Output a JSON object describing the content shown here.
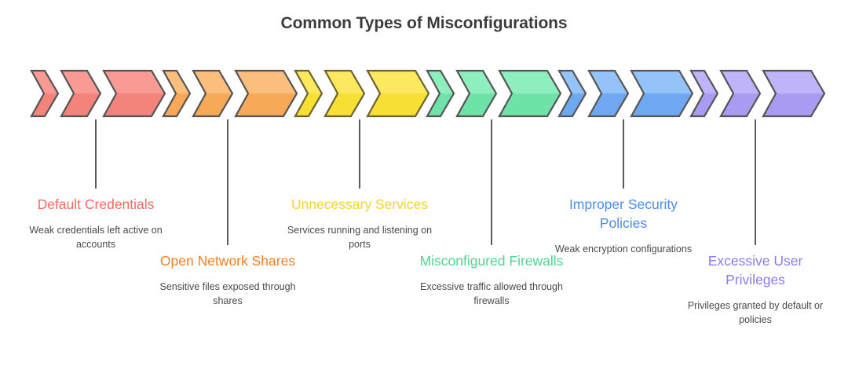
{
  "page": {
    "title": "Common Types of Misconfigurations",
    "background": "#ffffff",
    "title_color": "#3c3c3c",
    "description_color": "#4a4a4a",
    "connector_color": "#5a5a5a"
  },
  "chart_data": {
    "type": "diagram",
    "subtype": "chevron-process-infographic",
    "title": "Common Types of Misconfigurations",
    "item_count": 6,
    "chevrons_per_item": 3,
    "layout": "staggered alternating text rows, six columns left to right",
    "categories": [
      "Default Credentials",
      "Open Network Shares",
      "Unnecessary Services",
      "Misconfigured Firewalls",
      "Improper Security Policies",
      "Excessive User Privileges"
    ],
    "descriptions": [
      "Weak credentials left active on accounts",
      "Sensitive files exposed through shares",
      "Services running and listening on ports",
      "Excessive traffic allowed through firewalls",
      "Weak encryption configurations",
      "Privileges granted by default or policies"
    ],
    "colors": [
      "#F6736C",
      "#F5A council",
      "#F7DE3A",
      "#6FE0A8",
      "#6FA8F5",
      "#A99BF2"
    ]
  },
  "items": [
    {
      "id": "default-credentials",
      "title": "Default Credentials",
      "desc": "Weak credentials left active on accounts",
      "color": "#F26B63",
      "fill_top": "#F99A94",
      "fill_bottom": "#F4837C",
      "stroke": "#555555",
      "row": "high"
    },
    {
      "id": "open-network-shares",
      "title": "Open Network Shares",
      "desc": "Sensitive files exposed through shares",
      "color": "#EF8122",
      "fill_top": "#FBBE7C",
      "fill_bottom": "#F7A957",
      "stroke": "#555555",
      "row": "low"
    },
    {
      "id": "unnecessary-services",
      "title": "Unnecessary Services",
      "desc": "Services running and listening on ports",
      "color": "#F2D52B",
      "fill_top": "#FCE95F",
      "fill_bottom": "#F8DF33",
      "stroke": "#6b6330",
      "row": "high"
    },
    {
      "id": "misconfigured-firewalls",
      "title": "Misconfigured Firewalls",
      "desc": "Excessive traffic allowed through firewalls",
      "color": "#4ED692",
      "fill_top": "#8FEEBE",
      "fill_bottom": "#6FE2A9",
      "stroke": "#555555",
      "row": "low"
    },
    {
      "id": "improper-security-policies",
      "title": "Improper Security Policies",
      "desc": "Weak encryption configurations",
      "color": "#4C8DEA",
      "fill_top": "#93C3F8",
      "fill_bottom": "#6FA8F2",
      "stroke": "#555555",
      "row": "high"
    },
    {
      "id": "excessive-user-privileges",
      "title": "Excessive User Privileges",
      "desc": "Privileges granted by default or policies",
      "color": "#8A7BF0",
      "fill_top": "#BFB4F9",
      "fill_bottom": "#A99BF2",
      "stroke": "#555555",
      "row": "low"
    }
  ]
}
